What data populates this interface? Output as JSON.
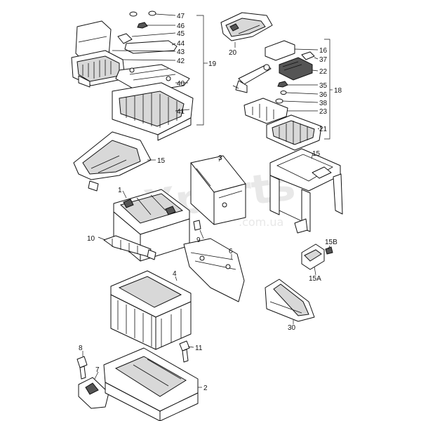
{
  "watermark": {
    "main": "Xparts",
    "sub": ".com.ua"
  },
  "callouts": {
    "c47": "47",
    "c46": "46",
    "c45": "45",
    "c44": "44",
    "c43": "43",
    "c42": "42",
    "c19": "19",
    "c40": "40",
    "c41": "41",
    "c20": "20",
    "c16": "16",
    "c37": "37",
    "c22": "22",
    "c35": "35",
    "c36": "36",
    "c38": "38",
    "c18": "18",
    "c23": "23",
    "c21": "21",
    "c15a": "15",
    "c15b": "15",
    "c3": "3",
    "c1": "1",
    "c10": "10",
    "c9": "9",
    "c6": "6",
    "c4": "4",
    "c15B": "15B",
    "c15A": "15A",
    "c30": "30",
    "c8": "8",
    "c11": "11",
    "c7": "7",
    "c2": "2"
  }
}
